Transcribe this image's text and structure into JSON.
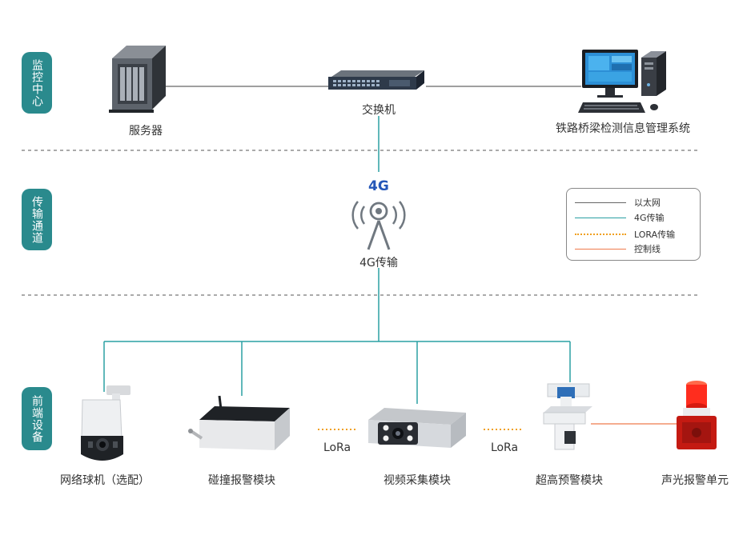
{
  "sections": {
    "monitor": "监控中心",
    "transmission": "传输通道",
    "frontend": "前端设备"
  },
  "nodes": {
    "server": "服务器",
    "switch": "交换机",
    "system": "铁路桥梁检测信息管理系统",
    "tower_badge": "4G",
    "tower": "4G传输",
    "dome_camera": "网络球机（选配）",
    "collision_module": "碰撞报警模块",
    "video_module": "视频采集模块",
    "height_module": "超高预警模块",
    "alarm_unit": "声光报警单元"
  },
  "links": {
    "lora_left": "LoRa",
    "lora_right": "LoRa"
  },
  "legend": [
    {
      "label": "以太网",
      "color": "#666666",
      "style": "solid"
    },
    {
      "label": "4G传输",
      "color": "#2aa0a3",
      "style": "solid"
    },
    {
      "label": "LORA传输",
      "color": "#f0a020",
      "style": "dotted"
    },
    {
      "label": "控制线",
      "color": "#ef7a4c",
      "style": "solid"
    }
  ],
  "colors": {
    "section_pill": "#2a8a8d",
    "ethernet": "#666666",
    "fourg": "#2aa0a3",
    "lora": "#f0a020",
    "control": "#ef7a4c",
    "badge": "#2557b8"
  }
}
